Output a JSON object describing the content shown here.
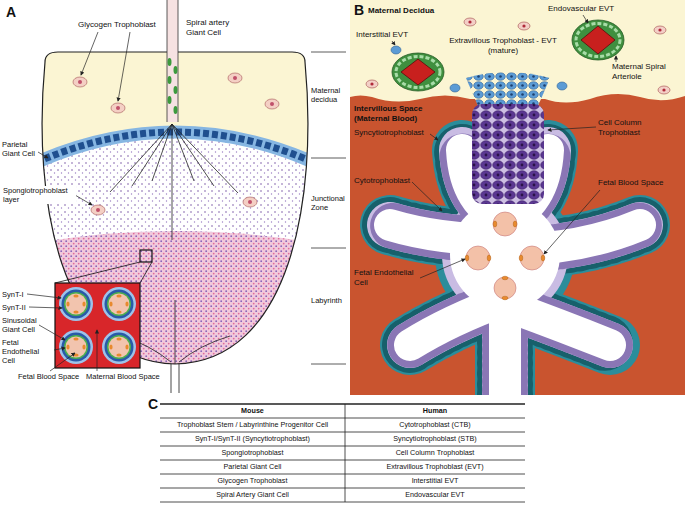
{
  "diagram": {
    "labels": [
      "A",
      "Glycogen Trophoblast",
      "Spiral artery Giant Cell",
      "Parietal Giant Cell",
      "Maternal decidua",
      "Spongiotrophoblast layer",
      "Junctional Zone",
      "Labyrinth",
      "SynT-I",
      "SynT-II",
      "Sinusoidal Giant Cell",
      "Fetal Endothelial Cell",
      "Fetal Blood Space",
      "Maternal Blood Space",
      "B",
      "Maternal Decidua",
      "Endovascular EVT",
      "Interstitial EVT",
      "Extravillous Trophoblast - EVT (mature)",
      "Maternal Spiral Arteriole",
      "Intervillous Space (Maternal Blood)",
      "Syncytiotrophoblast",
      "Cell Column Trophoblast",
      "Cytotrophoblast",
      "Fetal Blood Space",
      "Fetal Endothelial Cell",
      "C",
      "Mouse",
      "Human",
      "Trophoblast Stem / Labyrinthine Progenitor Cell",
      "Cytotrophoblast (CTB)",
      "SynT-I/SynT-II (Syncytiotrophoblast)",
      "Syncytiotrophoblast (STB)",
      "Spongiotrophoblast",
      "Cell Column Trophoblast",
      "Parietal Giant Cell",
      "Extravillous Trophoblast (EVT)",
      "Glycogen Trophoblast",
      "Interstitial EVT",
      "Spiral Artery Giant Cell",
      "Endovascular EVT"
    ]
  }
}
